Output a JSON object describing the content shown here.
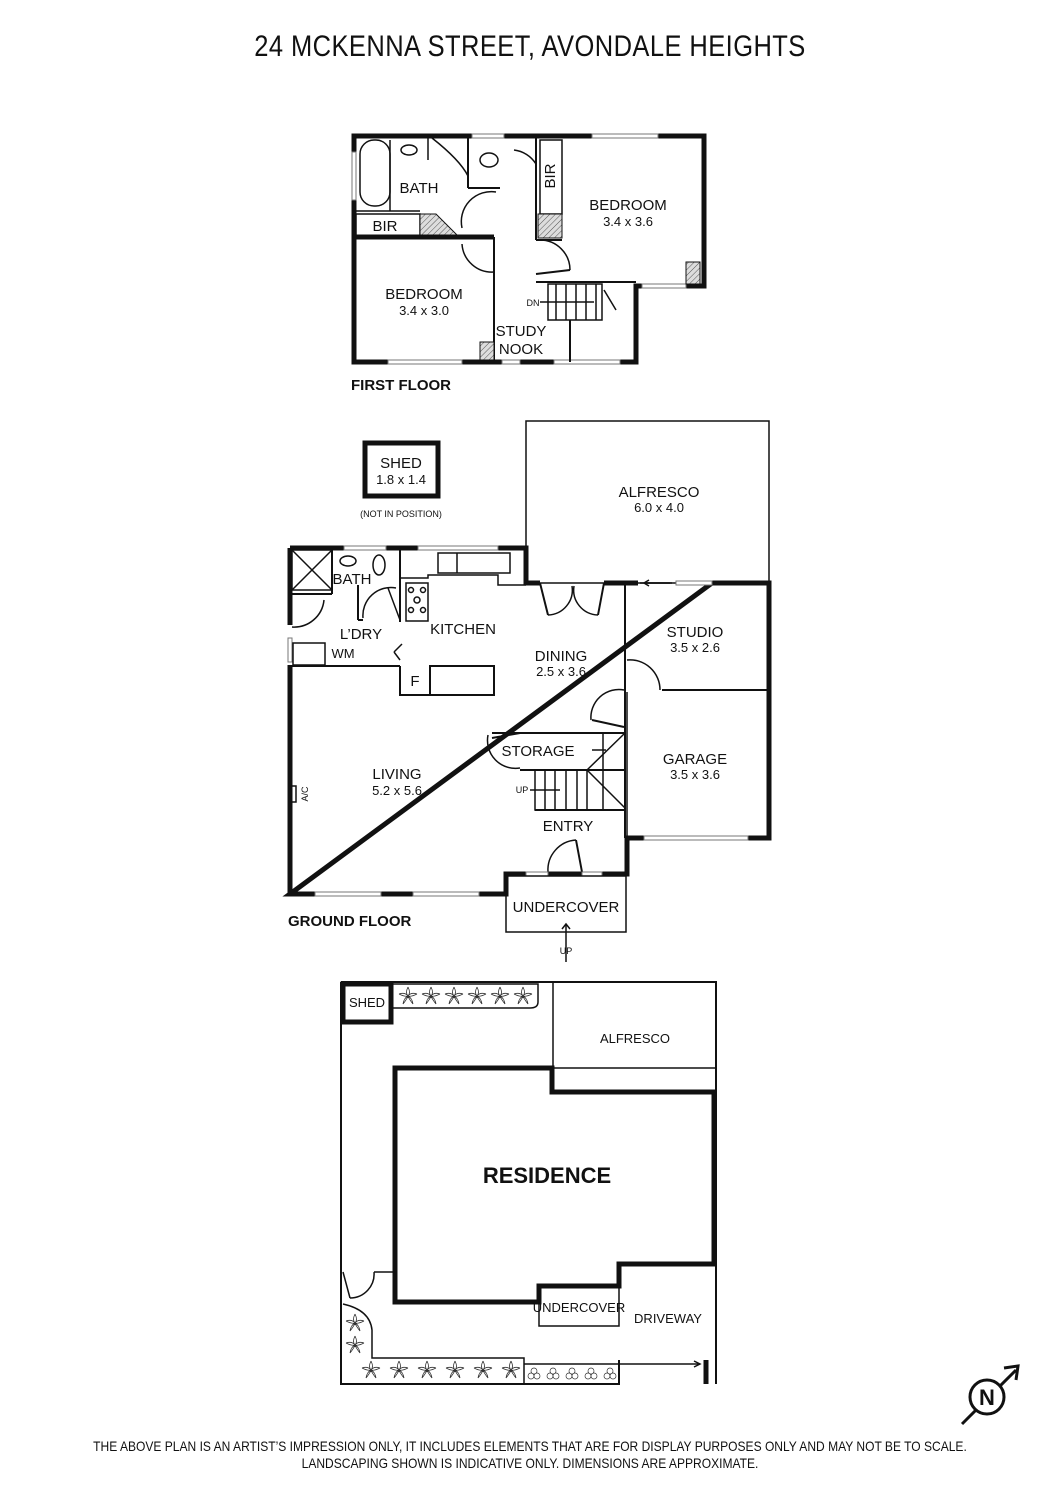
{
  "title": "24 MCKENNA STREET, AVONDALE HEIGHTS",
  "first_floor": {
    "label": "FIRST FLOOR",
    "rooms": [
      {
        "name": "BATH"
      },
      {
        "name": "BIR"
      },
      {
        "name": "BIR"
      },
      {
        "name": "BEDROOM",
        "dim": "3.4 x 3.6"
      },
      {
        "name": "BEDROOM",
        "dim": "3.4 x 3.0"
      },
      {
        "name": "STUDY"
      },
      {
        "name": "NOOK"
      }
    ],
    "stair_label": "DN"
  },
  "shed": {
    "name": "SHED",
    "dim": "1.8 x 1.4",
    "note": "(NOT IN POSITION)"
  },
  "ground_floor": {
    "label": "GROUND FLOOR",
    "rooms": [
      {
        "name": "ALFRESCO",
        "dim": "6.0 x 4.0"
      },
      {
        "name": "BATH"
      },
      {
        "name": "KITCHEN"
      },
      {
        "name": "L’DRY"
      },
      {
        "name": "WM"
      },
      {
        "name": "F"
      },
      {
        "name": "DINING",
        "dim": "2.5 x 3.6"
      },
      {
        "name": "STUDIO",
        "dim": "3.5 x 2.6"
      },
      {
        "name": "STORAGE"
      },
      {
        "name": "LIVING",
        "dim": "5.2 x 5.6"
      },
      {
        "name": "GARAGE",
        "dim": "3.5 x 3.6"
      },
      {
        "name": "ENTRY"
      },
      {
        "name": "UNDERCOVER"
      },
      {
        "name": "A/C"
      }
    ],
    "stair_label": "UP",
    "entry_up": "UP"
  },
  "site_plan": {
    "labels": {
      "shed": "SHED",
      "alfresco": "ALFRESCO",
      "residence": "RESIDENCE",
      "undercover": "UNDERCOVER",
      "driveway": "DRIVEWAY"
    }
  },
  "compass": {
    "label": "N",
    "icon": "north-arrow-icon"
  },
  "disclaimer": {
    "line1": "THE ABOVE PLAN IS AN ARTIST’S IMPRESSION ONLY, IT INCLUDES ELEMENTS THAT ARE FOR DISPLAY PURPOSES ONLY AND MAY NOT BE TO SCALE.",
    "line2": "LANDSCAPING SHOWN IS INDICATIVE ONLY. DIMENSIONS ARE APPROXIMATE."
  }
}
